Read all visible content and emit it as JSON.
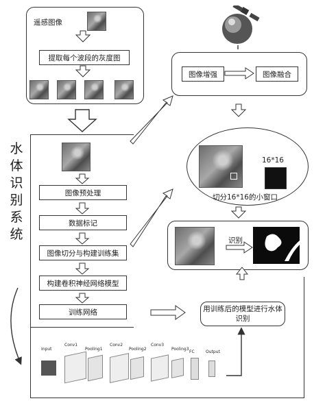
{
  "top_box": {
    "title": "遥感图像",
    "step": "提取每个波段的灰度图"
  },
  "side_title": "水体识别系统",
  "pipeline": {
    "steps": [
      "图像预处理",
      "数据标记",
      "图像切分与构建训练集",
      "构建卷积神经网络模型",
      "训练网络"
    ]
  },
  "right_top": {
    "enhance": "图像增强",
    "fusion": "图像融合"
  },
  "window": {
    "size_label": "16*16",
    "caption": "切分16*16的小窗口"
  },
  "recognize": {
    "label": "识别"
  },
  "result_box": {
    "text": "用训练后的模型进行水体识别"
  },
  "cnn_labels": [
    "Input",
    "Conv1",
    "Pooling1",
    "Conv2",
    "Pooling2",
    "Conv3",
    "Pooling3",
    "FC",
    "Output"
  ]
}
